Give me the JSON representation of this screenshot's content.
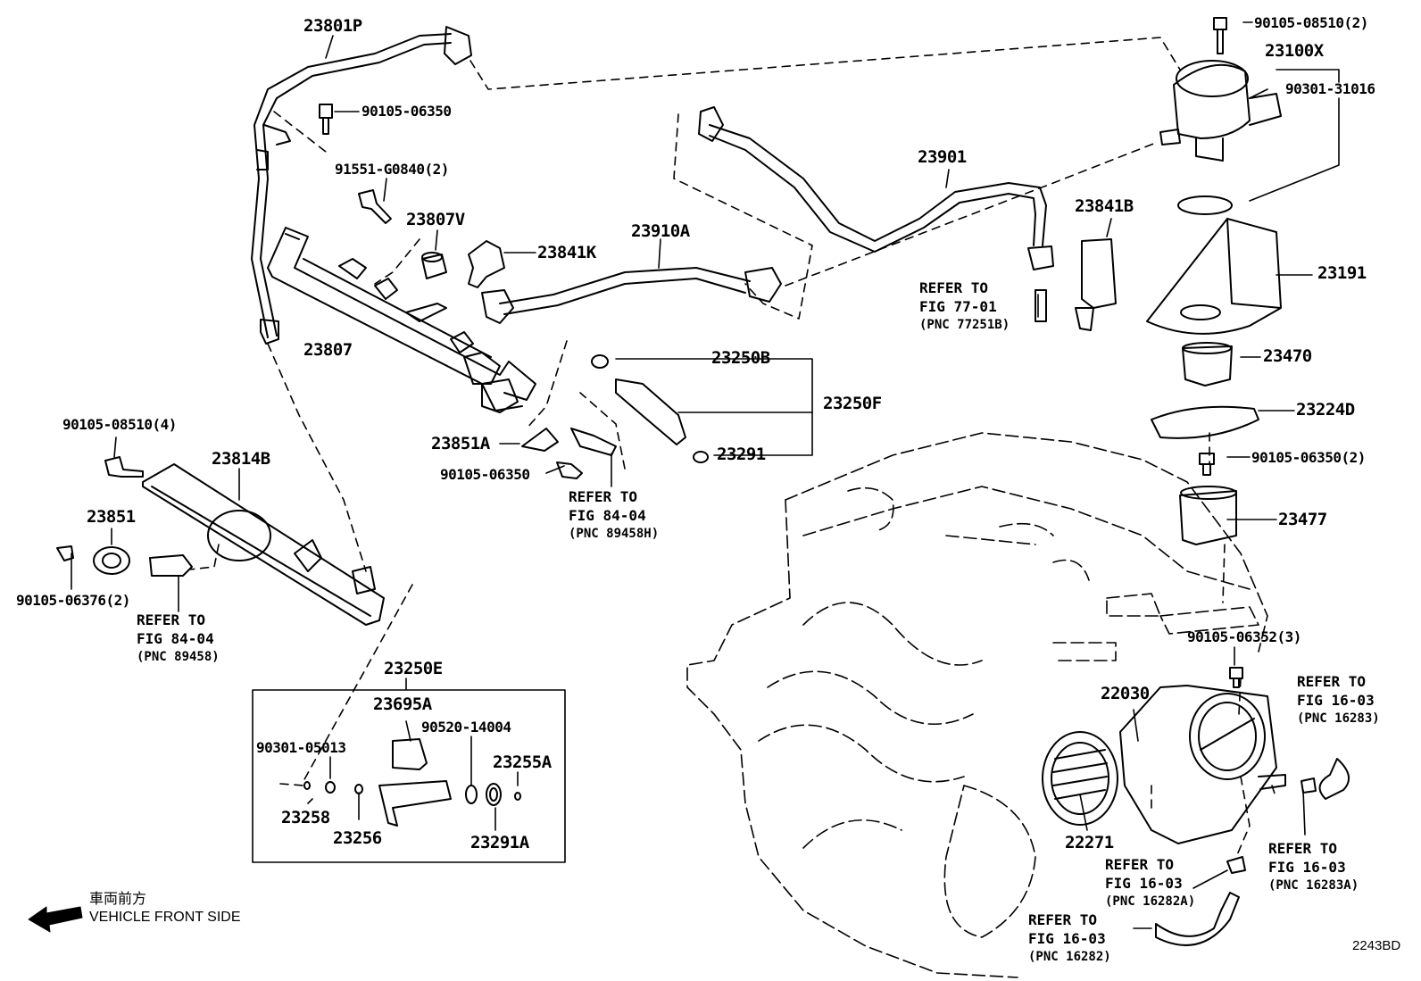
{
  "diagram_code": "2243BD",
  "orientation": {
    "japanese": "車両前方",
    "english": "VEHICLE FRONT SIDE",
    "icon": "arrow-left-icon"
  },
  "parts": {
    "p23801P": "23801P",
    "p90105_06350_a": "90105-06350",
    "p91551_G0840": "91551-G0840(2)",
    "p23807V": "23807V",
    "p23807": "23807",
    "p23841K": "23841K",
    "p23910A": "23910A",
    "p23901": "23901",
    "p23841B": "23841B",
    "p90105_08510_2": "90105-08510(2)",
    "p23100X": "23100X",
    "p90301_31016": "90301-31016",
    "p23191": "23191",
    "p23470": "23470",
    "p23224D": "23224D",
    "p90105_06350_2": "90105-06350(2)",
    "p23477": "23477",
    "p23250B": "23250B",
    "p23250F": "23250F",
    "p23291": "23291",
    "p23851A": "23851A",
    "p90105_06350_b": "90105-06350",
    "p90105_08510_4": "90105-08510(4)",
    "p23814B": "23814B",
    "p23851": "23851",
    "p90105_06376": "90105-06376(2)",
    "p23250E": "23250E",
    "p23695A": "23695A",
    "p90520_14004": "90520-14004",
    "p90301_05013": "90301-05013",
    "p23255A": "23255A",
    "p23258": "23258",
    "p23256": "23256",
    "p23291A": "23291A",
    "p90105_06352": "90105-06352(3)",
    "p22030": "22030",
    "p22271": "22271"
  },
  "references": {
    "r77": {
      "l1": "REFER TO",
      "l2": "FIG 77-01",
      "l3": "(PNC 77251B)"
    },
    "r84a": {
      "l1": "REFER TO",
      "l2": "FIG 84-04",
      "l3": "(PNC 89458H)"
    },
    "r84b": {
      "l1": "REFER TO",
      "l2": "FIG 84-04",
      "l3": "(PNC 89458)"
    },
    "r16283": {
      "l1": "REFER TO",
      "l2": "FIG 16-03",
      "l3": "(PNC 16283)"
    },
    "r16283A": {
      "l1": "REFER TO",
      "l2": "FIG 16-03",
      "l3": "(PNC 16283A)"
    },
    "r16282A": {
      "l1": "REFER TO",
      "l2": "FIG 16-03",
      "l3": "(PNC 16282A)"
    },
    "r16282": {
      "l1": "REFER TO",
      "l2": "FIG 16-03",
      "l3": "(PNC 16282)"
    }
  }
}
